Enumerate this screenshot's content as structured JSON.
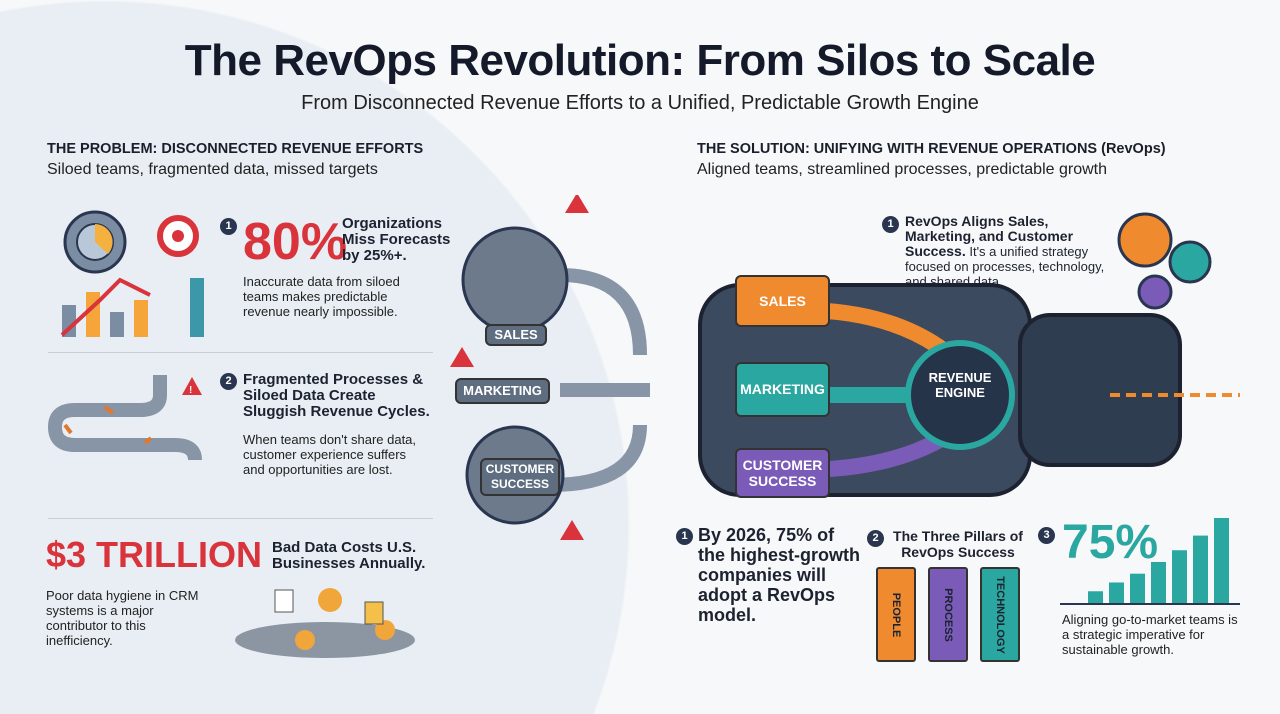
{
  "title": "The RevOps Revolution: From Silos to Scale",
  "subtitle": "From Disconnected Revenue Efforts to a Unified, Predictable Growth Engine",
  "problem": {
    "heading": "THE PROBLEM: DISCONNECTED REVENUE EFFORTS",
    "subheading": "Siloed teams, fragmented data, missed targets",
    "item1": {
      "num": "1",
      "stat": "80%",
      "title": "Organizations Miss Forecasts by 25%+.",
      "text": "Inaccurate data from siloed teams makes predictable revenue nearly impossible."
    },
    "item2": {
      "num": "2",
      "title": "Fragmented Processes & Siloed Data Create Sluggish Revenue Cycles.",
      "text": "When teams don't share data, customer experience suffers and opportunities are lost."
    },
    "item3": {
      "stat": "$3 TRILLION",
      "title": "Bad Data Costs U.S. Businesses Annually.",
      "text": "Poor data hygiene in CRM systems is a major contributor to this inefficiency."
    },
    "gears": {
      "sales": "SALES",
      "marketing": "MARKETING",
      "cs": "CUSTOMER SUCCESS"
    }
  },
  "solution": {
    "heading": "THE SOLUTION: UNIFYING WITH REVENUE OPERATIONS (RevOps)",
    "subheading": "Aligned teams, streamlined processes, predictable growth",
    "align": {
      "num": "1",
      "title": "RevOps Aligns Sales, Marketing, and Customer Success.",
      "text": "It's a unified strategy focused on processes, technology, and shared data."
    },
    "engine": {
      "sales": "SALES",
      "marketing": "MARKETING",
      "cs": "CUSTOMER SUCCESS",
      "core": "REVENUE ENGINE"
    },
    "stat1": {
      "num": "1",
      "text": "By 2026, 75% of the highest-growth companies will adopt a RevOps model."
    },
    "pillars": {
      "num": "2",
      "title": "The Three Pillars of RevOps Success",
      "items": [
        "PEOPLE",
        "PROCESS",
        "TECHNOLOGY"
      ]
    },
    "stat3": {
      "num": "3",
      "stat": "75%",
      "text": "Aligning go-to-market teams is a strategic imperative for sustainable growth."
    }
  },
  "colors": {
    "red": "#d9333b",
    "orange": "#f08a2e",
    "teal": "#2aa7a0",
    "purple": "#7a5bb8",
    "navy": "#2a3550"
  },
  "growth_bars": [
    8,
    14,
    20,
    28,
    36,
    46,
    58
  ]
}
